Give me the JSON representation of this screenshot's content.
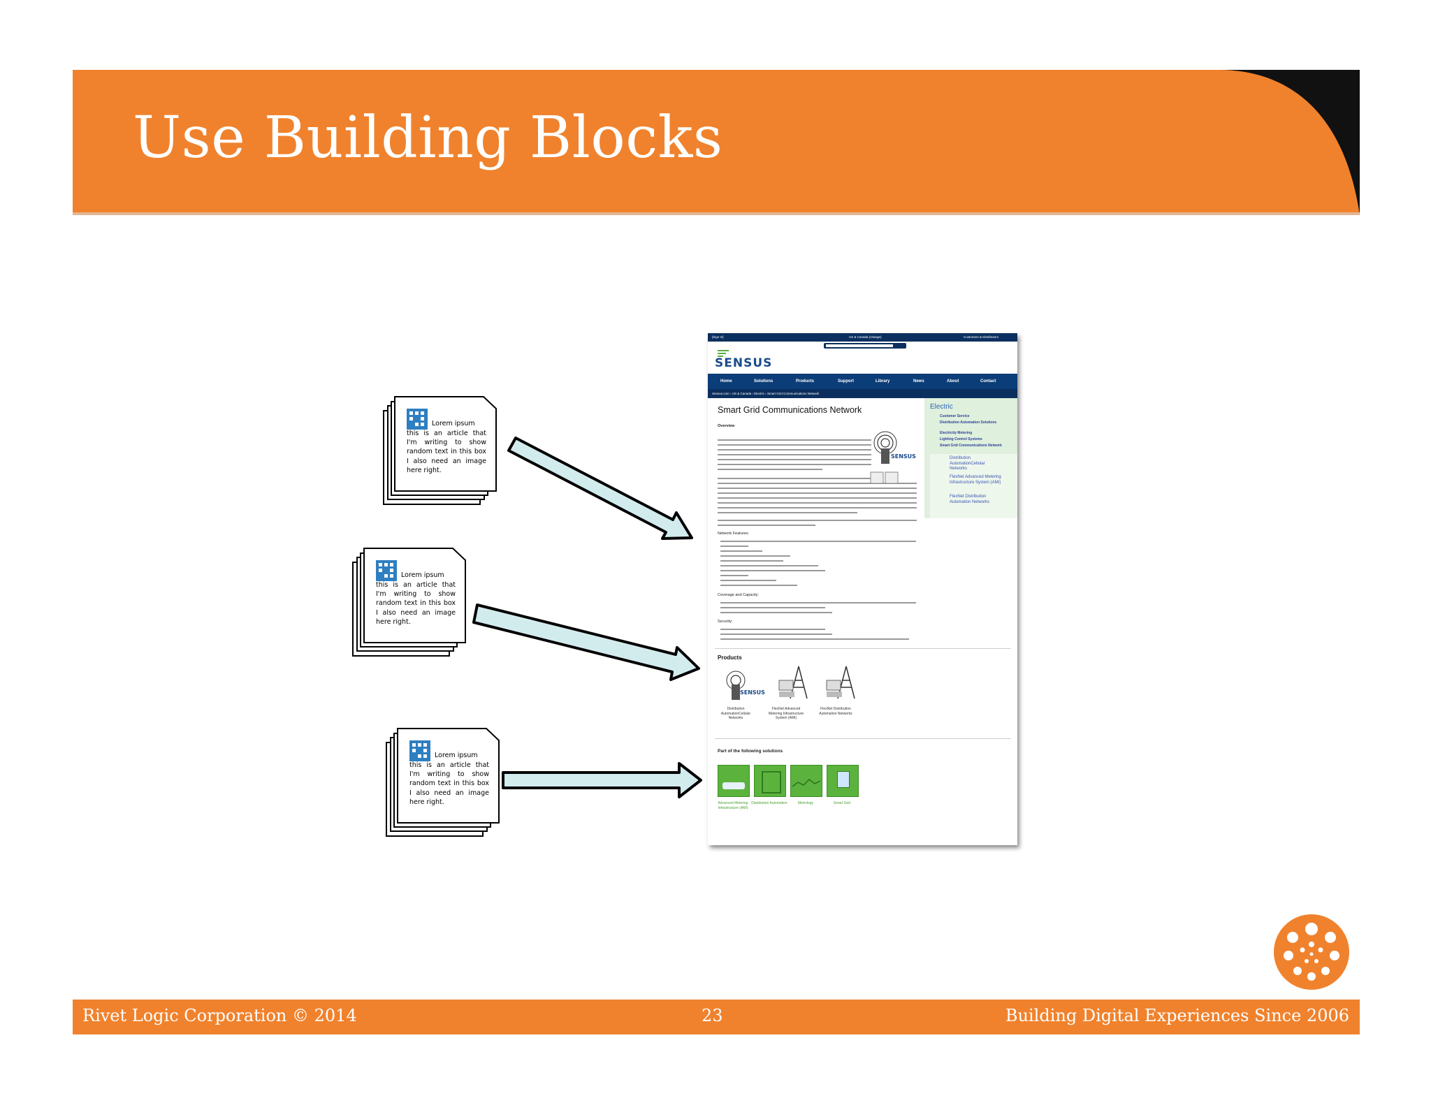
{
  "slide": {
    "title": "Use Building Blocks",
    "footer_left": "Rivet Logic Corporation © 2014",
    "footer_center": "23",
    "footer_right": "Building Digital Experiences Since 2006"
  },
  "colors": {
    "accent": "#f0822d",
    "corner": "#111111",
    "arrow_fill": "#d2ecee",
    "site_nav": "#0b3d78",
    "sidebar": "#dff0dc"
  },
  "cards": [
    {
      "heading": "Lorem ipsum",
      "text": "this is an article that I'm writing to show random text in this box I also need an image here right."
    },
    {
      "heading": "Lorem ipsum",
      "text": "this is an article that I'm writing to show random text in this box I also need an image here right."
    },
    {
      "heading": "Lorem ipsum",
      "text": "this is an article that I'm writing to show random text in this box I also need an image here right."
    }
  ],
  "site": {
    "top_left": "[Sign In]",
    "region": "US & Canada (change)",
    "top_right": "Customers & Distributors",
    "logo": "SENSUS",
    "nav": [
      "Home",
      "Solutions",
      "Products",
      "Support",
      "Library",
      "News",
      "About",
      "Contact"
    ],
    "breadcrumb": "Sensus.com › US & Canada › Electric › Smart Grid Communications Network",
    "page_title": "Smart Grid Communications Network",
    "overview_label": "Overview",
    "network_features_label": "Network Features:",
    "coverage_label": "Coverage and Capacity:",
    "security_label": "Security:",
    "products_heading": "Products",
    "products": [
      "Distribution AutomationCellular Networks",
      "FlexNet Advanced Metering Infrastructure System (AMI)",
      "FlexNet Distribution Automation Networks"
    ],
    "solutions_heading": "Part of the following solutions",
    "solutions": [
      "Advanced Metering Infrastructure (AMI)",
      "Distribution Automation",
      "Metrology",
      "Smart Grid"
    ],
    "sidebar": {
      "title": "Electric",
      "links": [
        "Customer Service",
        "Distribution Automation Solutions",
        "Electricity Metering",
        "Lighting Control Systems",
        "Smart Grid Communications Network"
      ],
      "sublinks": [
        "Distribution AutomationCellular Networks",
        "FlexNet Advanced Metering Infrastructure System (AMI)",
        "FlexNet Distribution Automation Networks"
      ]
    }
  }
}
